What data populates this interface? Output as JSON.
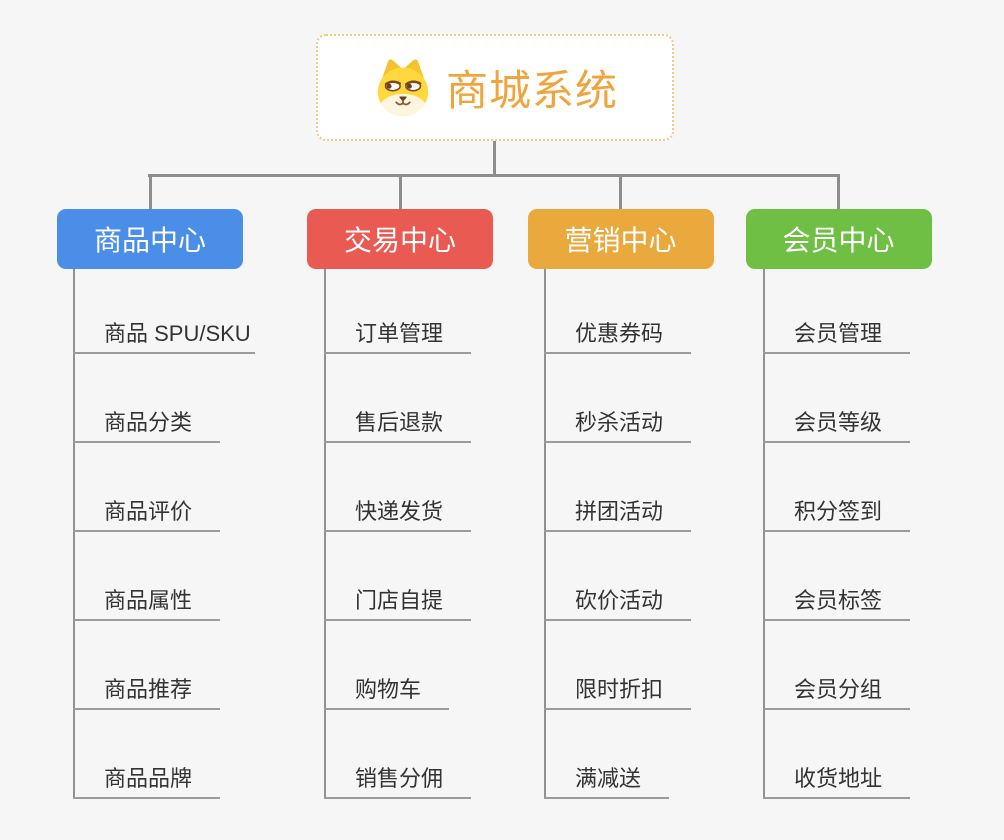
{
  "root": {
    "title": "商城系统",
    "icon": "dog-face-icon",
    "accent_color": "#f0a43c",
    "border_color": "#f4c983"
  },
  "connector_color": "#8d8d8d",
  "underline_color": "#9b9b9b",
  "item_text_color": "#333333",
  "branches": [
    {
      "label": "商品中心",
      "color": "#4a8ee8",
      "items": [
        "商品 SPU/SKU",
        "商品分类",
        "商品评价",
        "商品属性",
        "商品推荐",
        "商品品牌"
      ]
    },
    {
      "label": "交易中心",
      "color": "#e85a52",
      "items": [
        "订单管理",
        "售后退款",
        "快递发货",
        "门店自提",
        "购物车",
        "销售分佣"
      ]
    },
    {
      "label": "营销中心",
      "color": "#e9a93d",
      "items": [
        "优惠券码",
        "秒杀活动",
        "拼团活动",
        "砍价活动",
        "限时折扣",
        "满减送"
      ]
    },
    {
      "label": "会员中心",
      "color": "#6fbf44",
      "items": [
        "会员管理",
        "会员等级",
        "积分签到",
        "会员标签",
        "会员分组",
        "收货地址"
      ]
    }
  ]
}
